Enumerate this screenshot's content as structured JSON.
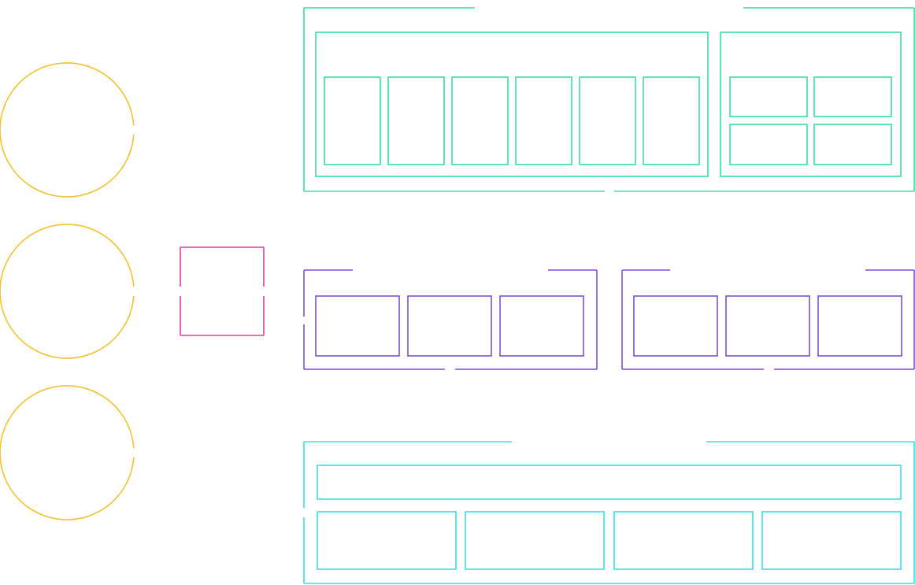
{
  "colors": {
    "circle": "#f2c12e",
    "connector": "#e040a0",
    "green": "#35e0a0",
    "purple": "#7b4fd6",
    "cyan": "#33e0e8",
    "background": "#ffffff"
  },
  "diagram": {
    "circles": [
      {
        "name": "circle-node-1"
      },
      {
        "name": "circle-node-2"
      },
      {
        "name": "circle-node-3"
      }
    ],
    "connector": {
      "name": "magenta-square-node"
    },
    "groups": [
      {
        "name": "green-group-outer",
        "sub_groups": [
          {
            "name": "green-left-panel",
            "cells": 6
          },
          {
            "name": "green-right-panel",
            "cells": 4
          }
        ]
      },
      {
        "name": "purple-group-left",
        "cells": 3
      },
      {
        "name": "purple-group-right",
        "cells": 3
      },
      {
        "name": "cyan-group",
        "header_bar": 1,
        "cells": 4
      }
    ]
  }
}
